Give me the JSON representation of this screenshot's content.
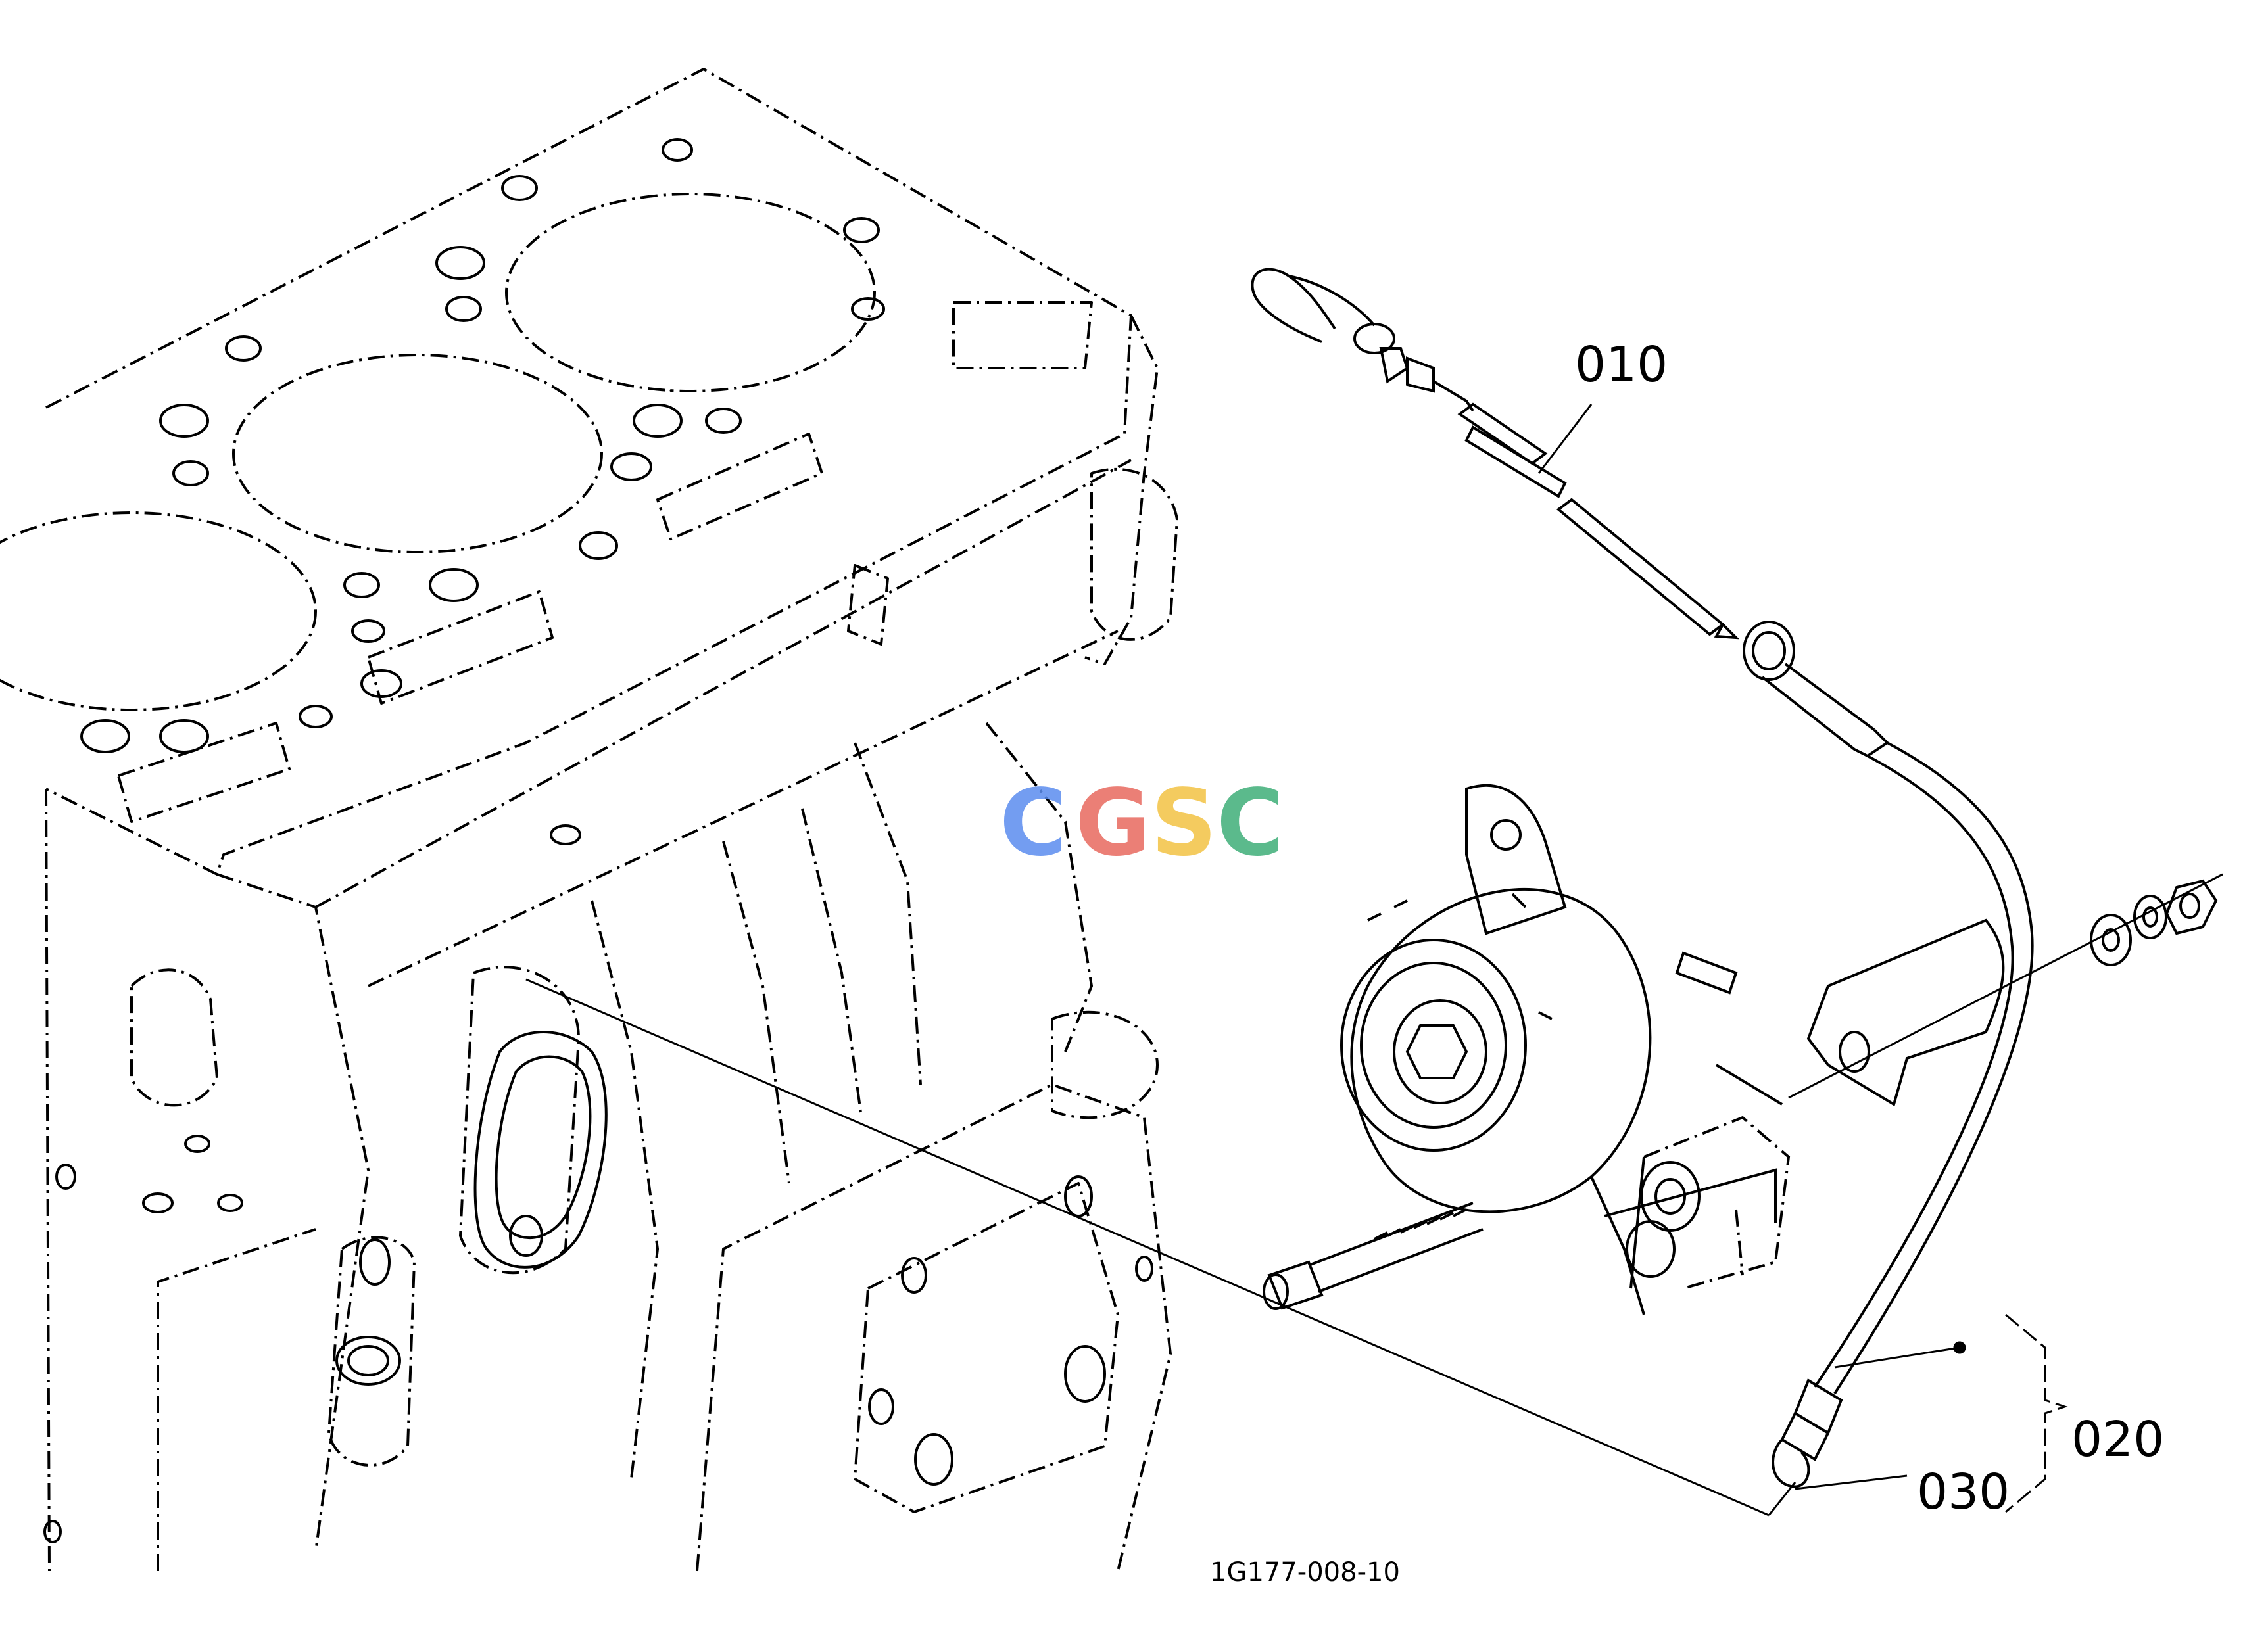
{
  "diagram": {
    "callouts": {
      "dipstick": "010",
      "guide_assembly": "020",
      "o_ring": "030"
    },
    "drawing_number": "1G177-008-10"
  },
  "watermark": {
    "letters": [
      "C",
      "G",
      "S",
      "C"
    ],
    "colors": [
      "#5b8def",
      "#e8695f",
      "#f3c344",
      "#3fae79"
    ]
  }
}
